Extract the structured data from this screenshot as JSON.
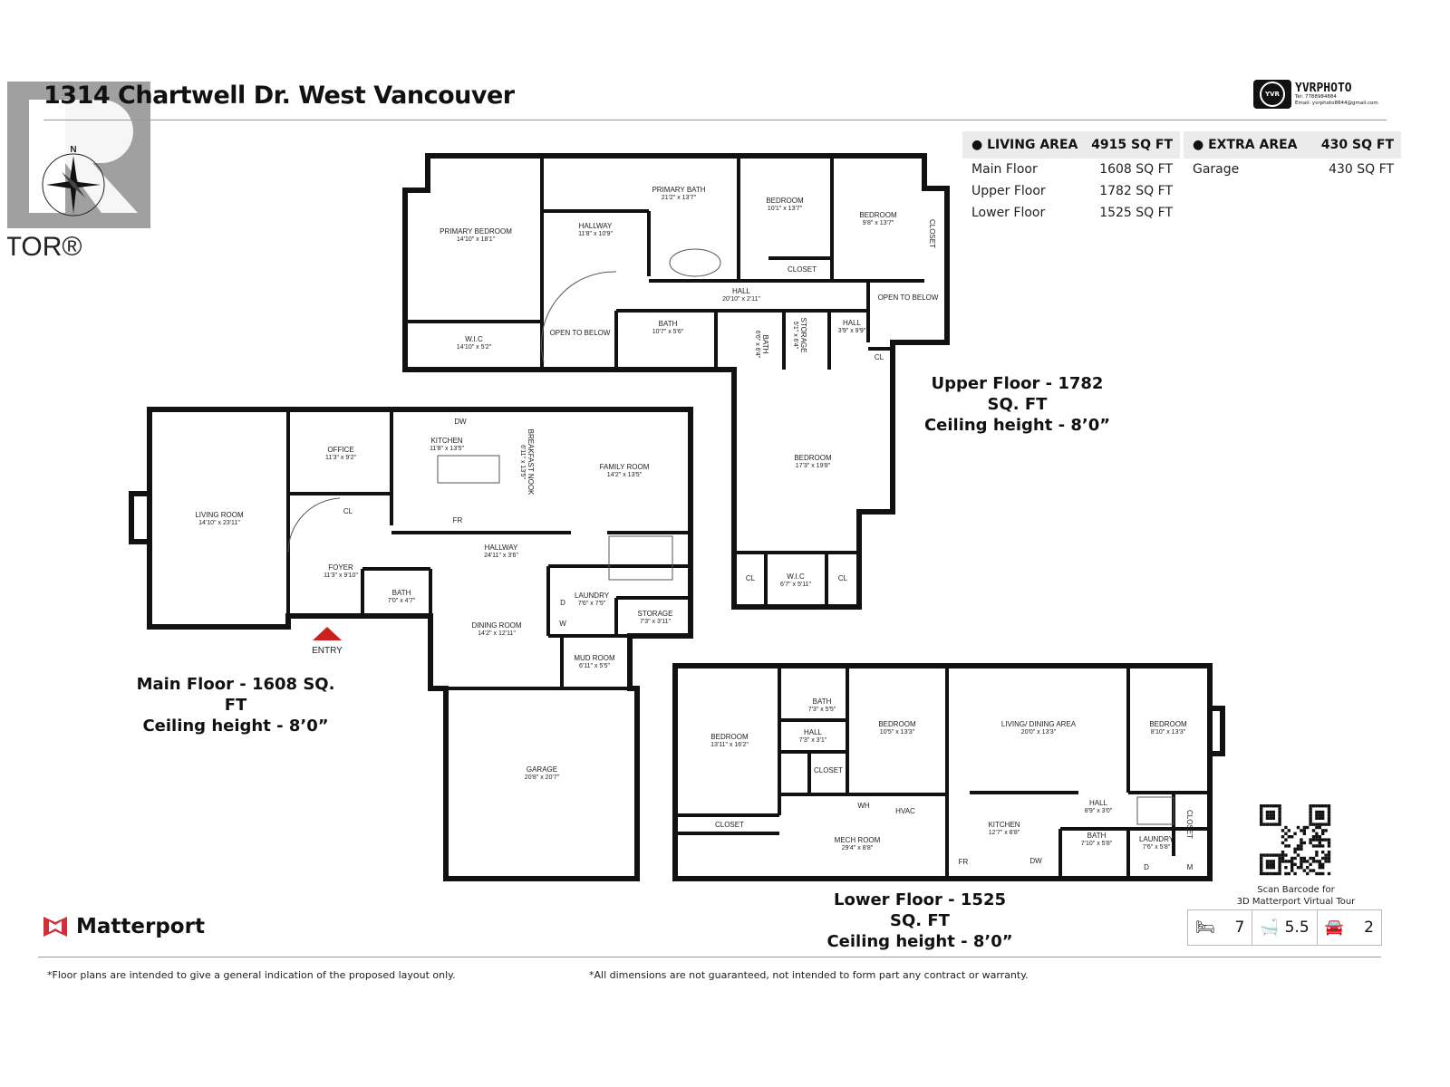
{
  "header": {
    "title": "1314 Chartwell Dr. West Vancouver",
    "realtor_logo_text": "REALTOR®",
    "compass_label": "N",
    "photographer": {
      "brand": "YVRPHOTO",
      "logo_text": "YVR",
      "tel": "Tel:  7788984884",
      "email": "Email:  yvrphoto8844@gmail.com"
    }
  },
  "area_summary": {
    "living": {
      "label": "LIVING AREA",
      "total": "4915 SQ FT",
      "rows": [
        {
          "label": "Main Floor",
          "value": "1608 SQ FT"
        },
        {
          "label": "Upper Floor",
          "value": "1782 SQ FT"
        },
        {
          "label": "Lower Floor",
          "value": "1525 SQ FT"
        }
      ]
    },
    "extra": {
      "label": "EXTRA AREA",
      "total": "430 SQ FT",
      "rows": [
        {
          "label": "Garage",
          "value": "430 SQ FT"
        }
      ]
    }
  },
  "floors": {
    "upper": {
      "title": "Upper Floor - 1782 SQ. FT",
      "ceiling": "Ceiling height - 8’0”",
      "rooms": [
        {
          "name": "PRIMARY BEDROOM",
          "dim": "14'10\" x 18'1\""
        },
        {
          "name": "PRIMARY BATH",
          "dim": "21'2\" x 13'7\""
        },
        {
          "name": "HALLWAY",
          "dim": "11'8\" x 10'9\""
        },
        {
          "name": "BEDROOM",
          "dim": "10'1\" x 13'7\""
        },
        {
          "name": "BEDROOM",
          "dim": "9'8\" x 13'7\""
        },
        {
          "name": "CLOSET",
          "dim": ""
        },
        {
          "name": "CLOSET",
          "dim": ""
        },
        {
          "name": "HALL",
          "dim": "20'10\" x 2'11\""
        },
        {
          "name": "OPEN TO BELOW",
          "dim": ""
        },
        {
          "name": "W.I.C",
          "dim": "14'10\" x 5'2\""
        },
        {
          "name": "OPEN TO BELOW",
          "dim": ""
        },
        {
          "name": "BATH",
          "dim": "10'7\" x 5'6\""
        },
        {
          "name": "BATH",
          "dim": "6'6\" x 6'4\""
        },
        {
          "name": "STORAGE",
          "dim": "5'1\" x 6'4\""
        },
        {
          "name": "HALL",
          "dim": "3'9\" x 9'9\""
        },
        {
          "name": "CL",
          "dim": ""
        },
        {
          "name": "BEDROOM",
          "dim": "17'3\" x 19'8\""
        },
        {
          "name": "CL",
          "dim": ""
        },
        {
          "name": "W.I.C",
          "dim": "6'7\" x 5'11\""
        },
        {
          "name": "CL",
          "dim": ""
        }
      ]
    },
    "main": {
      "title": "Main Floor - 1608 SQ. FT",
      "ceiling": "Ceiling height - 8’0”",
      "entry_label": "ENTRY",
      "rooms": [
        {
          "name": "LIVING ROOM",
          "dim": "14'10\" x 23'11\""
        },
        {
          "name": "OFFICE",
          "dim": "11'3\" x 9'2\""
        },
        {
          "name": "CL",
          "dim": ""
        },
        {
          "name": "KITCHEN",
          "dim": "11'8\" x 13'5\""
        },
        {
          "name": "BREAKFAST NOOK",
          "dim": "6'11\" x 13'5\""
        },
        {
          "name": "FAMILY ROOM",
          "dim": "14'2\" x 13'5\""
        },
        {
          "name": "FR",
          "dim": ""
        },
        {
          "name": "DW",
          "dim": ""
        },
        {
          "name": "FOYER",
          "dim": "11'3\" x 9'10\""
        },
        {
          "name": "BATH",
          "dim": "7'0\" x 4'7\""
        },
        {
          "name": "HALLWAY",
          "dim": "24'11\" x 3'6\""
        },
        {
          "name": "LAUNDRY",
          "dim": "7'6\" x 7'5\""
        },
        {
          "name": "D",
          "dim": ""
        },
        {
          "name": "W",
          "dim": ""
        },
        {
          "name": "STORAGE",
          "dim": "7'3\" x 3'11\""
        },
        {
          "name": "DINING ROOM",
          "dim": "14'2\" x 12'11\""
        },
        {
          "name": "MUD ROOM",
          "dim": "6'11\" x 5'5\""
        },
        {
          "name": "GARAGE",
          "dim": "20'8\" x 20'7\""
        }
      ]
    },
    "lower": {
      "title": "Lower Floor - 1525 SQ. FT",
      "ceiling": "Ceiling height - 8’0”",
      "rooms": [
        {
          "name": "BEDROOM",
          "dim": "13'11\" x 16'2\""
        },
        {
          "name": "BATH",
          "dim": "7'3\" x 5'5\""
        },
        {
          "name": "HALL",
          "dim": "7'3\" x 3'1\""
        },
        {
          "name": "CLOSET",
          "dim": ""
        },
        {
          "name": "CLOSET",
          "dim": ""
        },
        {
          "name": "BEDROOM",
          "dim": "10'5\" x 13'3\""
        },
        {
          "name": "LIVING/ DINING AREA",
          "dim": "20'0\" x 13'3\""
        },
        {
          "name": "BEDROOM",
          "dim": "8'10\" x 13'3\""
        },
        {
          "name": "WH",
          "dim": ""
        },
        {
          "name": "HVAC",
          "dim": ""
        },
        {
          "name": "MECH ROOM",
          "dim": "29'4\" x 8'8\""
        },
        {
          "name": "KITCHEN",
          "dim": "12'7\" x 8'8\""
        },
        {
          "name": "HALL",
          "dim": "8'9\" x 3'0\""
        },
        {
          "name": "BATH",
          "dim": "7'10\" x 5'8\""
        },
        {
          "name": "LAUNDRY",
          "dim": "7'6\" x 5'8\""
        },
        {
          "name": "CLOSET",
          "dim": ""
        },
        {
          "name": "FR",
          "dim": ""
        },
        {
          "name": "DW",
          "dim": ""
        },
        {
          "name": "D",
          "dim": ""
        },
        {
          "name": "M",
          "dim": ""
        }
      ]
    }
  },
  "qr": {
    "caption_line1": "Scan Barcode for",
    "caption_line2": "3D Matterport Virtual Tour"
  },
  "stats": {
    "bedrooms": "7",
    "bathrooms": "5.5",
    "garage": "2"
  },
  "footer": {
    "brand": "Matterport",
    "brand_color": "#d22f3a",
    "disclaimer_left": "*Floor plans are intended to give a general indication of the proposed layout only.",
    "disclaimer_right": "*All dimensions are not guaranteed, not intended to form part any contract or warranty."
  },
  "colors": {
    "wall": "#111111",
    "entry_marker": "#cc1f1f",
    "realtor_grey": "#a0a0a0"
  }
}
